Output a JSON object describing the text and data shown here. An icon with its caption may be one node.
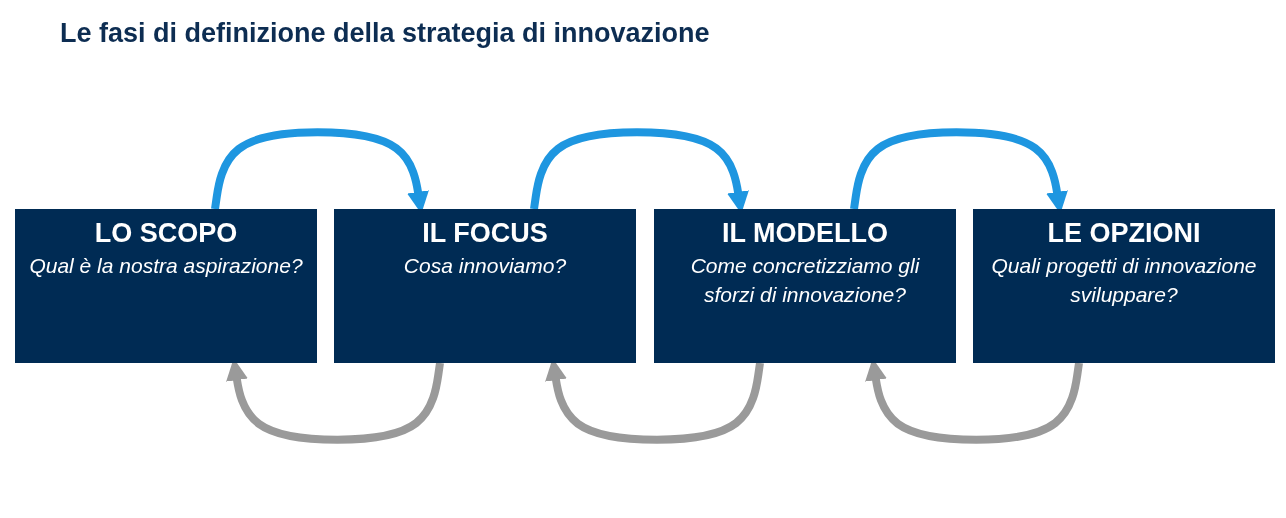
{
  "diagram": {
    "title": "Le fasi di definizione della strategia di innovazione",
    "nodes": [
      {
        "text": [
          "LO SCOPO",
          "Qual è la nostra aspirazione?"
        ]
      },
      {
        "text": [
          "IL FOCUS",
          "Cosa innoviamo?"
        ]
      },
      {
        "text": [
          "IL MODELLO",
          "Come concretizziamo gli sforzi di innovazione?"
        ]
      },
      {
        "text": [
          "LE OPZIONI",
          "Quali progetti di innovazione sviluppare?"
        ]
      }
    ],
    "edges": [
      {
        "from": 0,
        "to": 1,
        "arrow": "to",
        "color": "#1e96e0"
      },
      {
        "from": 1,
        "to": 2,
        "arrow": "to",
        "color": "#1e96e0"
      },
      {
        "from": 2,
        "to": 3,
        "arrow": "to",
        "color": "#1e96e0"
      },
      {
        "from": 1,
        "to": 0,
        "arrow": "to",
        "color": "#9a9a9a"
      },
      {
        "from": 2,
        "to": 1,
        "arrow": "to",
        "color": "#9a9a9a"
      },
      {
        "from": 3,
        "to": 2,
        "arrow": "to",
        "color": "#9a9a9a"
      }
    ]
  }
}
